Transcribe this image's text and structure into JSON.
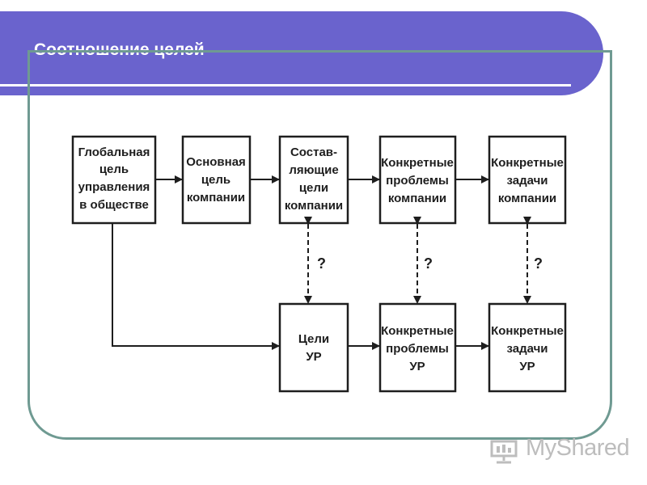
{
  "slide": {
    "title": "Соотношение целей"
  },
  "diagram": {
    "boxes": {
      "global_goal": [
        "Глобальная",
        "цель",
        "управления",
        "в обществе"
      ],
      "main_goal": [
        "Основная",
        "цель",
        "компании"
      ],
      "component_goals": [
        "Состав-",
        "ляющие",
        "цели",
        "компании"
      ],
      "company_problems": [
        "Конкретные",
        "проблемы",
        "компании"
      ],
      "company_tasks": [
        "Конкретные",
        "задачи",
        "компании"
      ],
      "ur_goals": [
        "Цели",
        "УР"
      ],
      "ur_problems": [
        "Конкретные",
        "проблемы",
        "УР"
      ],
      "ur_tasks": [
        "Конкретные",
        "задачи",
        "УР"
      ]
    },
    "question_mark": "?"
  },
  "watermark": {
    "text": "MyShared"
  },
  "colors": {
    "header": "#6a63cd",
    "frame": "#6f9a92",
    "box_border": "#1e1e1e",
    "watermark": "#bdbdbd"
  }
}
